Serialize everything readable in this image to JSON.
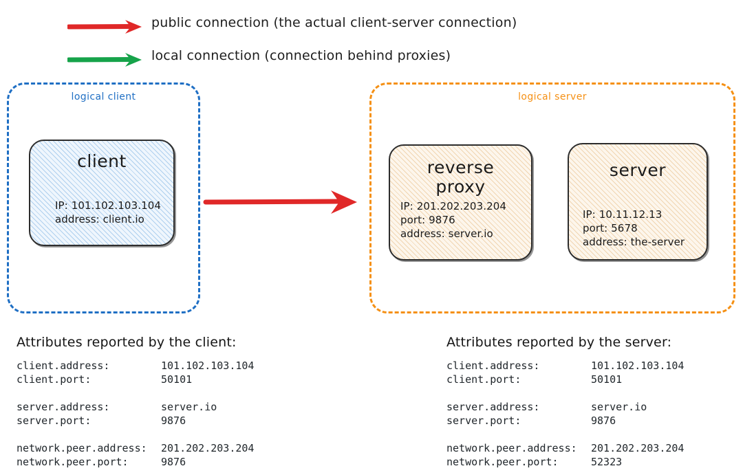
{
  "legend": {
    "items": [
      {
        "icon": "red-arrow-icon",
        "color": "#e02828",
        "label": "public connection (the actual client-server connection)"
      },
      {
        "icon": "green-arrow-icon",
        "color": "#16a34a",
        "label": "local connection (connection behind proxies)"
      }
    ]
  },
  "diagram": {
    "main_arrow": {
      "icon": "red-arrow-icon",
      "color": "#e02828",
      "meaning": "public connection"
    },
    "logical_client": {
      "caption": "logical client",
      "color": "#1f6fc4",
      "nodes": [
        {
          "title": "client",
          "props": "IP: 101.102.103.104\naddress: client.io"
        }
      ]
    },
    "logical_server": {
      "caption": "logical server",
      "color": "#f59014",
      "nodes": [
        {
          "title": "reverse\nproxy",
          "props": "IP: 201.202.203.204\nport: 9876\naddress: server.io"
        },
        {
          "title": "server",
          "props": "IP: 10.11.12.13\nport: 5678\naddress: the-server"
        }
      ]
    }
  },
  "attributes": {
    "client_report": {
      "heading": "Attributes reported by the client:",
      "rows": [
        {
          "key": "client.address:",
          "value": "101.102.103.104"
        },
        {
          "key": "client.port:",
          "value": "50101"
        },
        {
          "key": "",
          "value": ""
        },
        {
          "key": "server.address:",
          "value": "server.io"
        },
        {
          "key": "server.port:",
          "value": "9876"
        },
        {
          "key": "",
          "value": ""
        },
        {
          "key": "network.peer.address:",
          "value": "201.202.203.204"
        },
        {
          "key": "network.peer.port:",
          "value": "9876"
        }
      ]
    },
    "server_report": {
      "heading": "Attributes reported by the server:",
      "rows": [
        {
          "key": "client.address:",
          "value": "101.102.103.104"
        },
        {
          "key": "client.port:",
          "value": "50101"
        },
        {
          "key": "",
          "value": ""
        },
        {
          "key": "server.address:",
          "value": "server.io"
        },
        {
          "key": "server.port:",
          "value": "9876"
        },
        {
          "key": "",
          "value": ""
        },
        {
          "key": "network.peer.address:",
          "value": "201.202.203.204"
        },
        {
          "key": "network.peer.port:",
          "value": "52323"
        }
      ]
    }
  }
}
